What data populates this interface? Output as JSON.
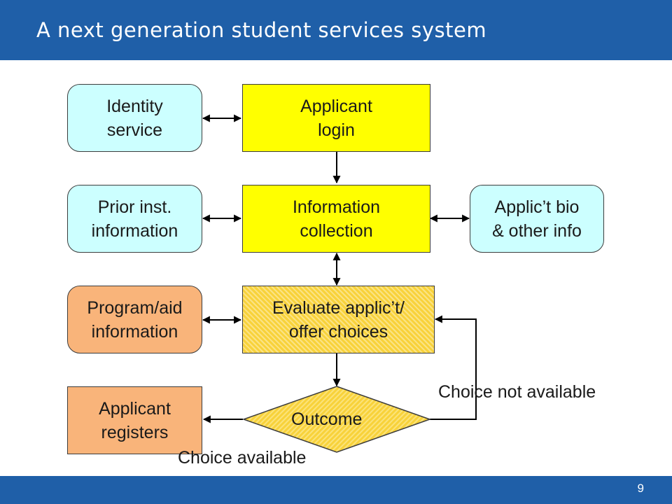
{
  "header": {
    "title": "A next generation student services system"
  },
  "footer": {
    "page_number": "9"
  },
  "diagram": {
    "identity_service": "Identity\nservice",
    "applicant_login": "Applicant\nlogin",
    "prior_inst_info": "Prior inst.\ninformation",
    "information_collection": "Information\ncollection",
    "applicant_bio": "Applic’t bio\n& other info",
    "program_aid_info": "Program/aid\ninformation",
    "evaluate_offer": "Evaluate applic’t/\noffer choices",
    "applicant_registers": "Applicant\nregisters",
    "outcome": "Outcome",
    "choice_not_available": "Choice not available",
    "choice_available": "Choice available"
  },
  "colors": {
    "header_bar": "#1f5fa8",
    "service_box": "#ccffff",
    "process_box": "#ffff00",
    "info_box": "#f9b47a",
    "decision_fill": "#f8d23a"
  }
}
